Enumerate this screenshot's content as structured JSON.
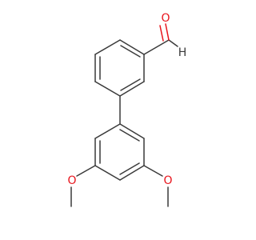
{
  "molecule": {
    "atoms": {
      "aldehyde_oxygen": {
        "symbol": "O",
        "color": "#e8141c"
      },
      "aldehyde_hydrogen": {
        "symbol": "H",
        "color": "#3a3a3a"
      },
      "methoxy_oxygen_left": {
        "symbol": "O",
        "color": "#e8141c"
      },
      "methoxy_oxygen_right": {
        "symbol": "O",
        "color": "#e8141c"
      }
    },
    "bond_color": "#3a3a3a",
    "heteroatom_bond_color": "#e8141c"
  }
}
